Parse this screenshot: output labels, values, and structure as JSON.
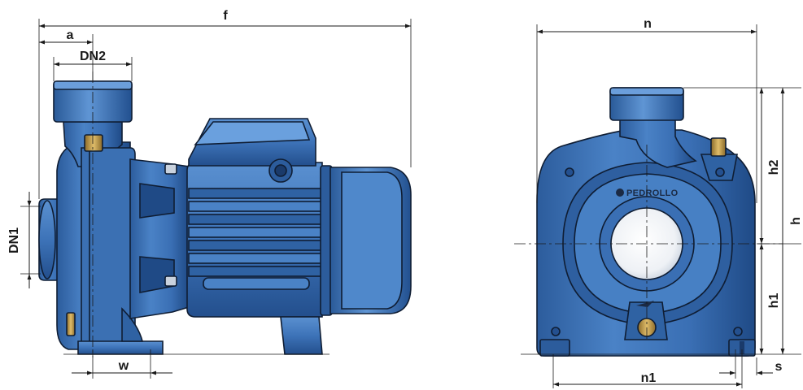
{
  "labels": {
    "a": "a",
    "f": "f",
    "dn2": "DN2",
    "dn1": "DN1",
    "w": "w",
    "n": "n",
    "h": "h",
    "h1": "h1",
    "h2": "h2",
    "n1": "n1",
    "s": "s"
  },
  "brand": {
    "logo_text": "PEDROLLO"
  },
  "colors": {
    "body_blue": "#3d73b8",
    "body_dark": "#1f4a86",
    "body_light": "#7aa8dc",
    "outline": "#0f1d33",
    "brass": "#c9a04a"
  }
}
